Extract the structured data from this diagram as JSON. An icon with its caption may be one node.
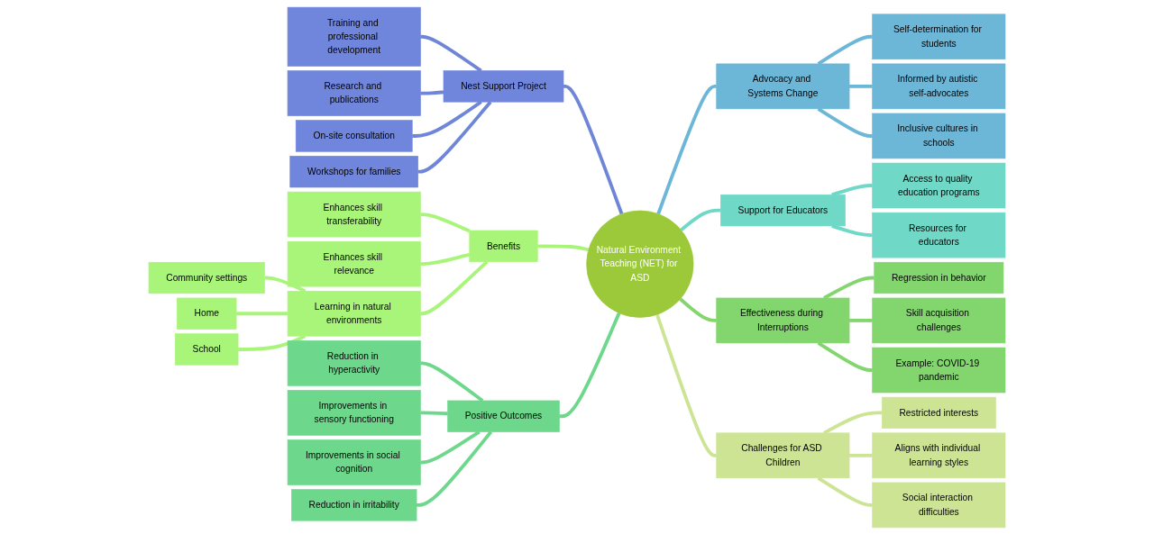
{
  "diagram": {
    "nodes": [
      {
        "text": [
          "Natural Environment Teaching (NET) for ASD"
        ]
      },
      {
        "text": [
          "Nest Support Project"
        ]
      },
      {
        "text": [
          "Training and professional development"
        ]
      },
      {
        "text": [
          "Research and publications"
        ]
      },
      {
        "text": [
          "On-site consultation"
        ]
      },
      {
        "text": [
          "Workshops for families"
        ]
      },
      {
        "text": [
          "Advocacy and Systems Change"
        ]
      },
      {
        "text": [
          "Self-determination for students"
        ]
      },
      {
        "text": [
          "Informed by autistic self-advocates"
        ]
      },
      {
        "text": [
          "Inclusive cultures in schools"
        ]
      },
      {
        "text": [
          "Support for Educators"
        ]
      },
      {
        "text": [
          "Access to quality education programs"
        ]
      },
      {
        "text": [
          "Resources for educators"
        ]
      },
      {
        "text": [
          "Effectiveness during Interruptions"
        ]
      },
      {
        "text": [
          "Regression in behavior"
        ]
      },
      {
        "text": [
          "Skill acquisition challenges"
        ]
      },
      {
        "text": [
          "Example: COVID-19 pandemic"
        ]
      },
      {
        "text": [
          "Challenges for ASD Children"
        ]
      },
      {
        "text": [
          "Restricted interests"
        ]
      },
      {
        "text": [
          "Aligns with individual learning styles"
        ]
      },
      {
        "text": [
          "Social interaction difficulties"
        ]
      },
      {
        "text": [
          "Benefits"
        ]
      },
      {
        "text": [
          "Enhances skill transferability"
        ]
      },
      {
        "text": [
          "Enhances skill relevance"
        ]
      },
      {
        "text": [
          "Learning in natural environments"
        ]
      },
      {
        "text": [
          "Community settings"
        ]
      },
      {
        "text": [
          "Home"
        ]
      },
      {
        "text": [
          "School"
        ]
      },
      {
        "text": [
          "Positive Outcomes"
        ]
      },
      {
        "text": [
          "Reduction in hyperactivity"
        ]
      },
      {
        "text": [
          "Improvements in sensory functioning"
        ]
      },
      {
        "text": [
          "Improvements in social cognition"
        ]
      },
      {
        "text": [
          "Reduction in irritability"
        ]
      }
    ],
    "edges": [
      {
        "from": 1,
        "to": 0,
        "arrow": "none",
        "color": "#6f86d8"
      },
      {
        "from": 2,
        "to": 1,
        "arrow": "none",
        "color": "#6f86d8"
      },
      {
        "from": 3,
        "to": 1,
        "arrow": "none",
        "color": "#6f86d8"
      },
      {
        "from": 4,
        "to": 1,
        "arrow": "none",
        "color": "#6f86d8"
      },
      {
        "from": 5,
        "to": 1,
        "arrow": "none",
        "color": "#6f86d8"
      },
      {
        "from": 0,
        "to": 6,
        "arrow": "none",
        "color": "#6cb6d8"
      },
      {
        "from": 6,
        "to": 7,
        "arrow": "none",
        "color": "#6cb6d8"
      },
      {
        "from": 6,
        "to": 8,
        "arrow": "none",
        "color": "#6cb6d8"
      },
      {
        "from": 6,
        "to": 9,
        "arrow": "none",
        "color": "#6cb6d8"
      },
      {
        "from": 0,
        "to": 10,
        "arrow": "none",
        "color": "#6fd8c6"
      },
      {
        "from": 10,
        "to": 11,
        "arrow": "none",
        "color": "#6fd8c6"
      },
      {
        "from": 10,
        "to": 12,
        "arrow": "none",
        "color": "#6fd8c6"
      },
      {
        "from": 0,
        "to": 13,
        "arrow": "none",
        "color": "#83d66e"
      },
      {
        "from": 13,
        "to": 14,
        "arrow": "none",
        "color": "#83d66e"
      },
      {
        "from": 13,
        "to": 15,
        "arrow": "none",
        "color": "#83d66e"
      },
      {
        "from": 13,
        "to": 16,
        "arrow": "none",
        "color": "#83d66e"
      },
      {
        "from": 0,
        "to": 17,
        "arrow": "none",
        "color": "#cde495"
      },
      {
        "from": 17,
        "to": 18,
        "arrow": "none",
        "color": "#cde495"
      },
      {
        "from": 17,
        "to": 19,
        "arrow": "none",
        "color": "#cde495"
      },
      {
        "from": 17,
        "to": 20,
        "arrow": "none",
        "color": "#cde495"
      },
      {
        "from": 21,
        "to": 0,
        "arrow": "none",
        "color": "#a9f57a"
      },
      {
        "from": 22,
        "to": 21,
        "arrow": "none",
        "color": "#a9f57a"
      },
      {
        "from": 23,
        "to": 21,
        "arrow": "none",
        "color": "#a9f57a"
      },
      {
        "from": 24,
        "to": 21,
        "arrow": "none",
        "color": "#a9f57a"
      },
      {
        "from": 25,
        "to": 24,
        "arrow": "none",
        "color": "#a9f57a"
      },
      {
        "from": 26,
        "to": 24,
        "arrow": "none",
        "color": "#a9f57a"
      },
      {
        "from": 27,
        "to": 24,
        "arrow": "none",
        "color": "#a9f57a"
      },
      {
        "from": 28,
        "to": 0,
        "arrow": "none",
        "color": "#6dd88c"
      },
      {
        "from": 29,
        "to": 28,
        "arrow": "none",
        "color": "#6dd88c"
      },
      {
        "from": 30,
        "to": 28,
        "arrow": "none",
        "color": "#6dd88c"
      },
      {
        "from": 31,
        "to": 28,
        "arrow": "none",
        "color": "#6dd88c"
      },
      {
        "from": 32,
        "to": 28,
        "arrow": "none",
        "color": "#6dd88c"
      }
    ]
  }
}
